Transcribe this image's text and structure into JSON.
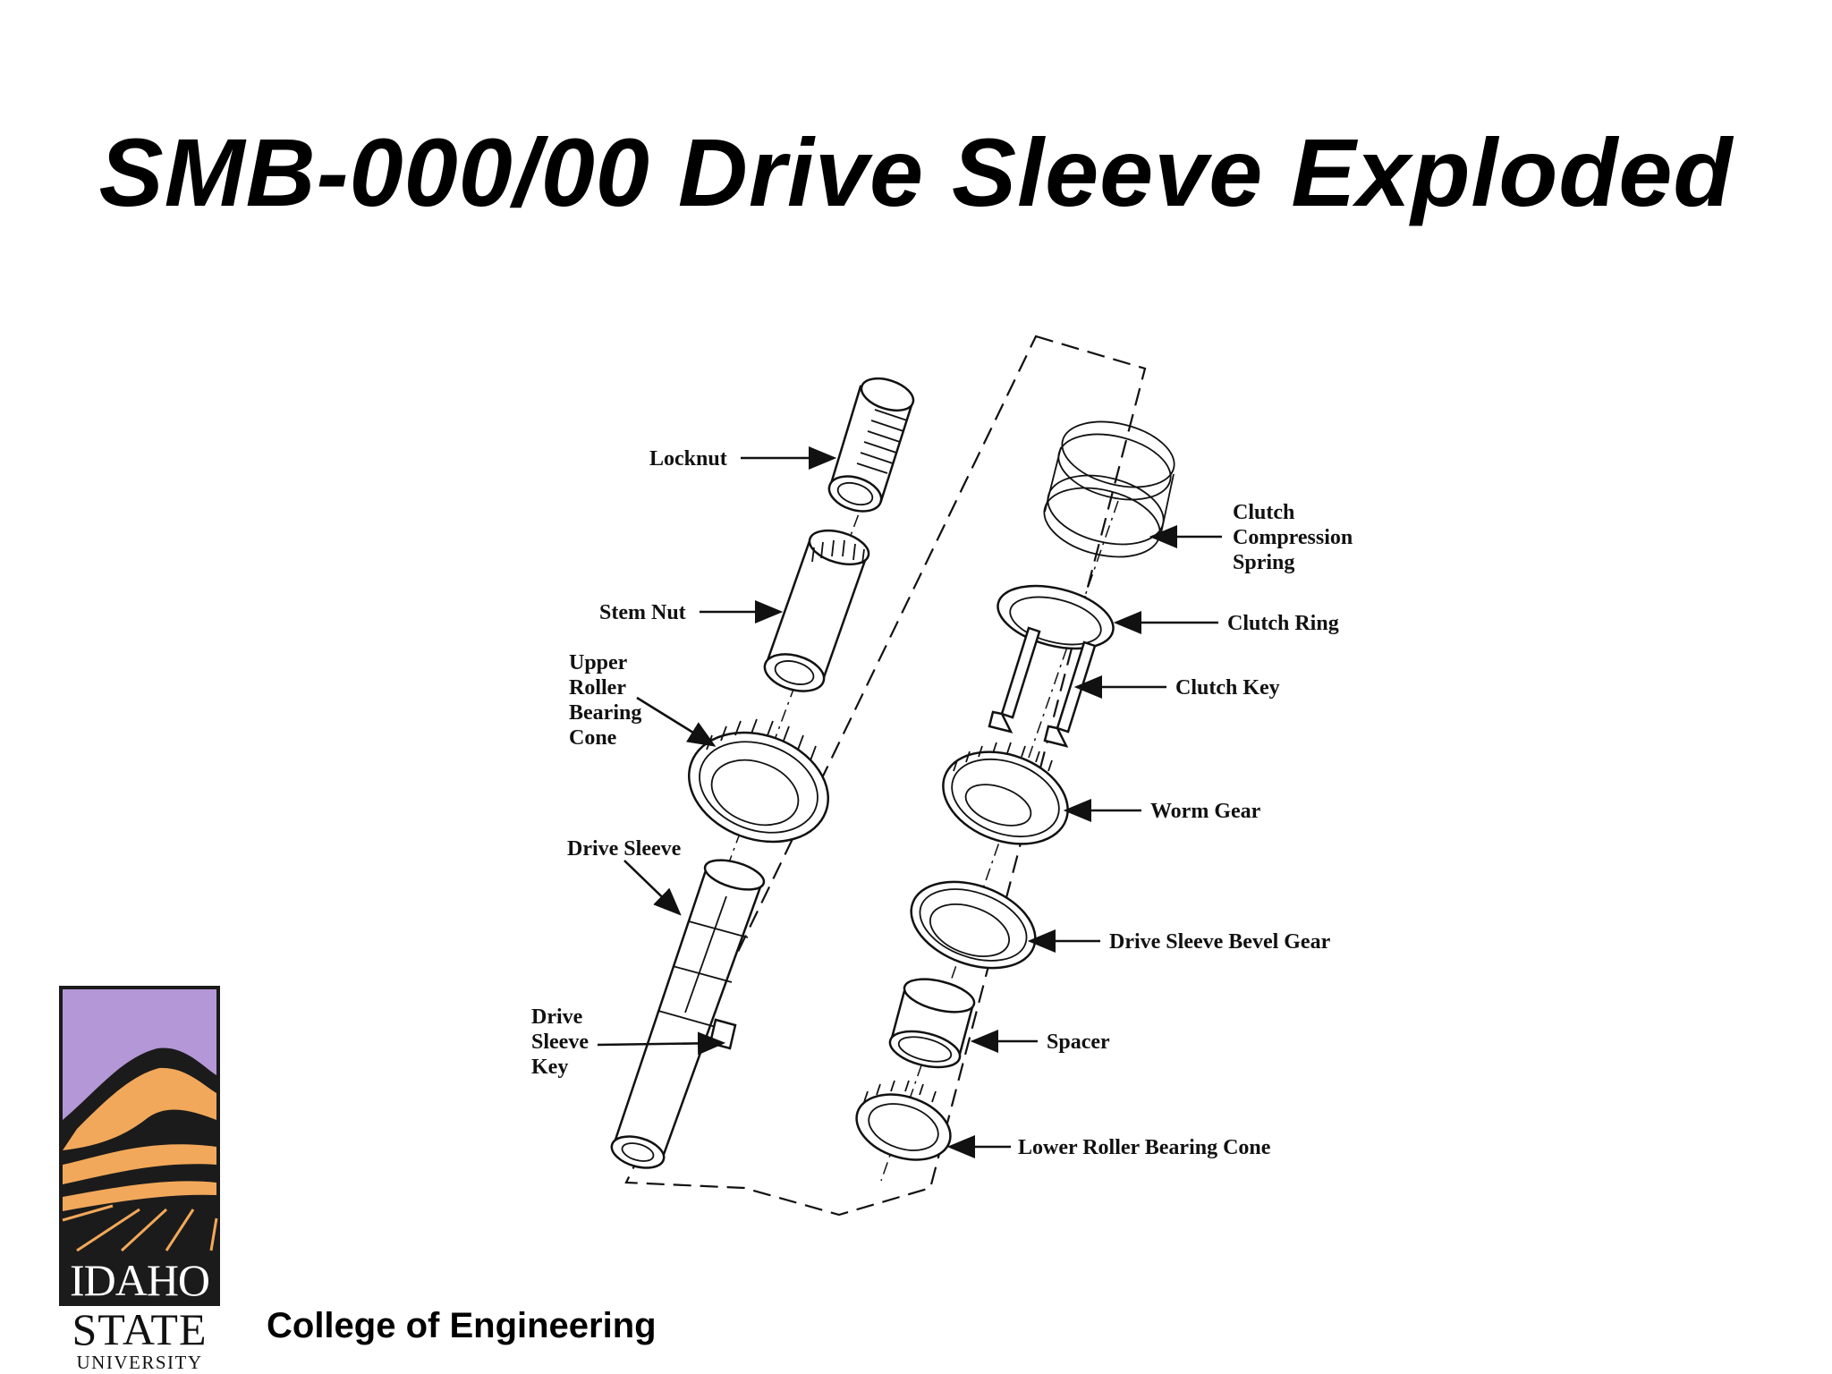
{
  "slide": {
    "title": "SMB-000/00 Drive Sleeve Exploded",
    "footer": "College of Engineering"
  },
  "logo": {
    "line1": "IDAHO",
    "line2": "STATE",
    "line3": "UNIVERSITY",
    "sky_color": "#b497d6",
    "hill_color": "#f2a85a",
    "dark_color": "#1b1b1b"
  },
  "diagram": {
    "labels": {
      "locknut": "Locknut",
      "stem_nut": "Stem Nut",
      "upper_1": "Upper",
      "upper_2": "Roller",
      "upper_3": "Bearing",
      "upper_4": "Cone",
      "drive_sleeve": "Drive Sleeve",
      "key_1": "Drive",
      "key_2": "Sleeve",
      "key_3": "Key",
      "spring_1": "Clutch",
      "spring_2": "Compression",
      "spring_3": "Spring",
      "clutch_ring": "Clutch Ring",
      "clutch_key": "Clutch Key",
      "worm_gear": "Worm Gear",
      "bevel_gear": "Drive Sleeve Bevel Gear",
      "spacer": "Spacer",
      "lower_cone": "Lower Roller Bearing Cone"
    }
  }
}
